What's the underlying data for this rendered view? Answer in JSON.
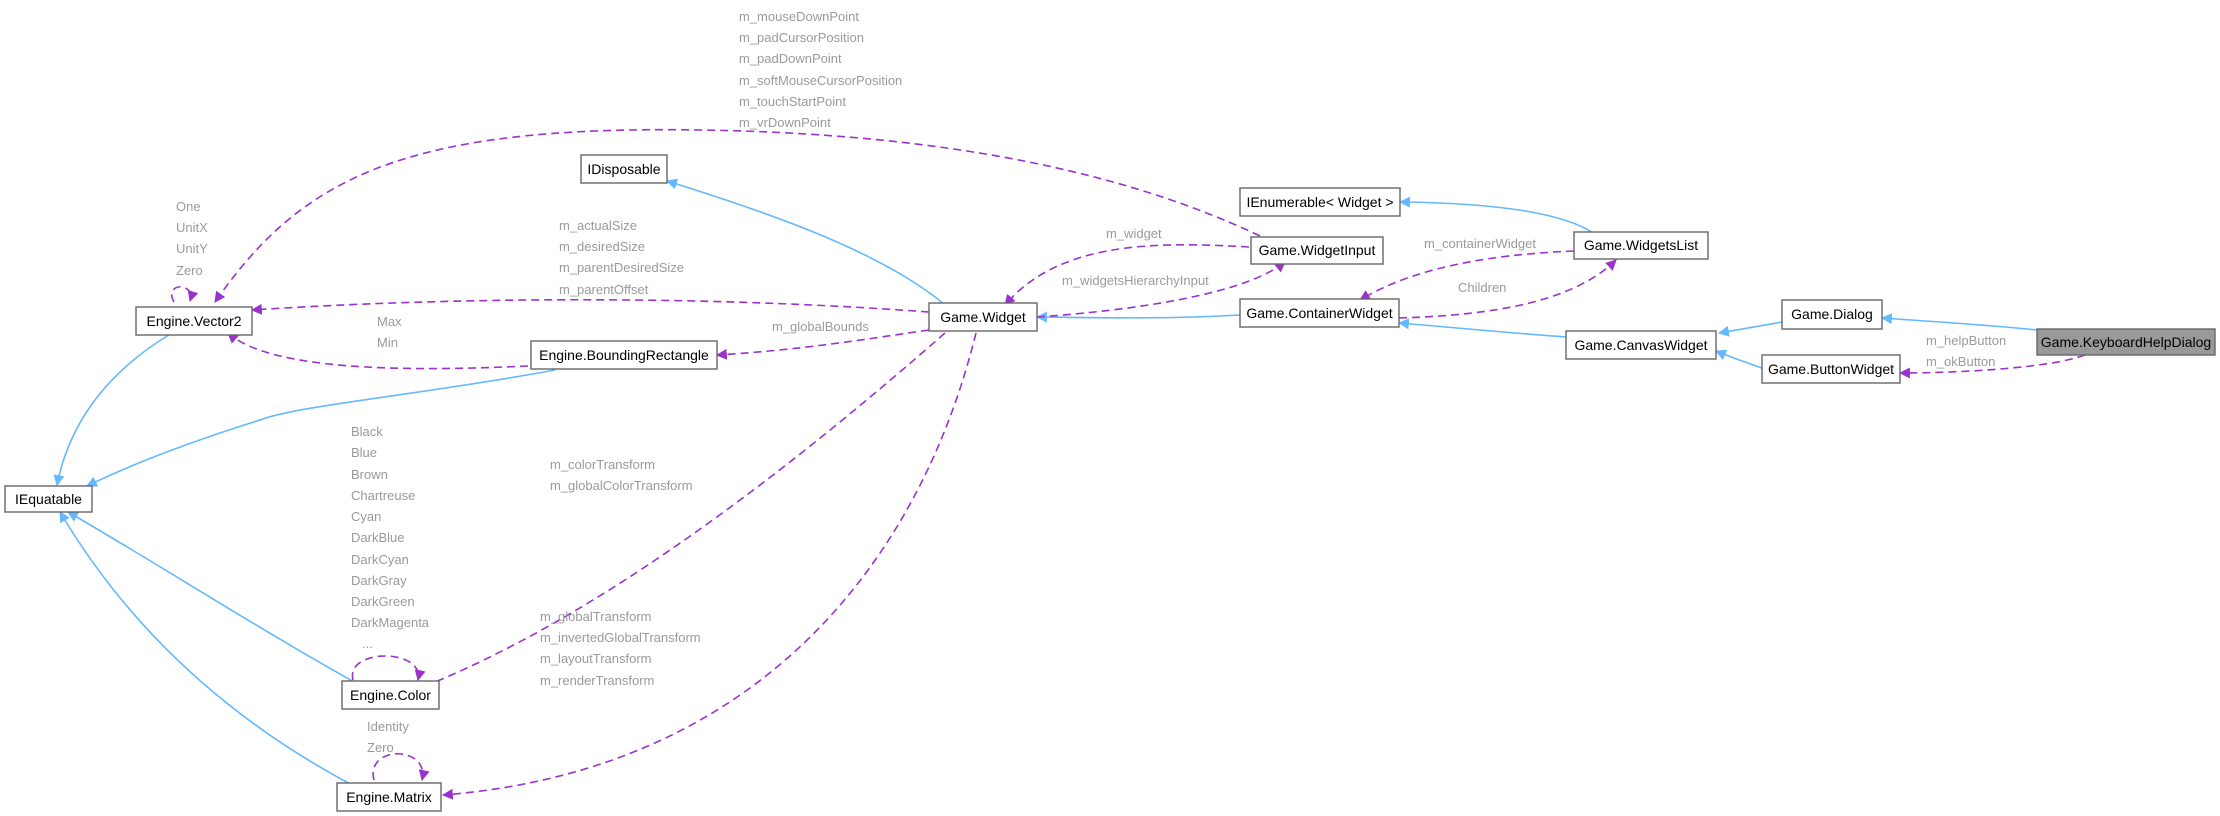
{
  "colors": {
    "inheritance_edge": "#63b8ff",
    "usage_edge": "#9a32cd",
    "node_border": "#666666",
    "highlight_fill": "#999999",
    "label_text": "#9a9a9a"
  },
  "nodes": {
    "keyboard_help_dialog": "Game.KeyboardHelpDialog",
    "dialog": "Game.Dialog",
    "button_widget": "Game.ButtonWidget",
    "canvas_widget": "Game.CanvasWidget",
    "container_widget": "Game.ContainerWidget",
    "widgets_list": "Game.WidgetsList",
    "ienumerable_widget": "IEnumerable< Widget >",
    "widget_input": "Game.WidgetInput",
    "widget": "Game.Widget",
    "idisposable": "IDisposable",
    "bounding_rectangle": "Engine.BoundingRectangle",
    "vector2": "Engine.Vector2",
    "iequatable": "IEquatable",
    "color": "Engine.Color",
    "matrix": "Engine.Matrix"
  },
  "edge_labels": {
    "help_button": "m_helpButton",
    "ok_button": "m_okButton",
    "container_widget": "m_containerWidget",
    "children": "Children",
    "widget": "m_widget",
    "widgets_hierarchy_input": "m_widgetsHierarchyInput",
    "global_bounds": "m_globalBounds",
    "widget_input_vec": [
      "m_mouseDownPoint",
      "m_padCursorPosition",
      "m_padDownPoint",
      "m_softMouseCursorPosition",
      "m_touchStartPoint",
      "m_vrDownPoint"
    ],
    "vector2_self": [
      "One",
      "UnitX",
      "UnitY",
      "Zero"
    ],
    "widget_vec": [
      "m_actualSize",
      "m_desiredSize",
      "m_parentDesiredSize",
      "m_parentOffset"
    ],
    "bounding_vec": [
      "Max",
      "Min"
    ],
    "color_self": [
      "Black",
      "Blue",
      "Brown",
      "Chartreuse",
      "Cyan",
      "DarkBlue",
      "DarkCyan",
      "DarkGray",
      "DarkGreen",
      "DarkMagenta",
      "..."
    ],
    "widget_color": [
      "m_colorTransform",
      "m_globalColorTransform"
    ],
    "widget_matrix": [
      "m_globalTransform",
      "m_invertedGlobalTransform",
      "m_layoutTransform",
      "m_renderTransform"
    ],
    "matrix_self": [
      "Identity",
      "Zero"
    ]
  }
}
